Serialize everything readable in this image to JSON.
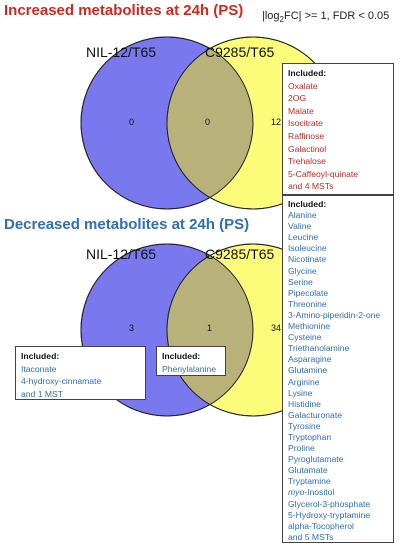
{
  "top_title": "Increased metabolites at 24h (PS)",
  "threshold_prefix": "|log",
  "threshold_sub": "2",
  "threshold_suffix": "FC| >= 1, FDR < 0.05",
  "bottom_title": "Decreased metabolites at 24h (PS)",
  "colors": {
    "left_set": "#7a78ee",
    "right_set": "#fcfc7a",
    "overlap": "#b8b27a",
    "title_up": "#d4271f",
    "title_down": "#2e6fb5"
  },
  "chart_data": [
    {
      "type": "venn",
      "title": "Increased metabolites at 24h (PS)",
      "sets": [
        "NIL-12/T65",
        "C9285/T65"
      ],
      "counts": {
        "left_only": "0",
        "both": "0",
        "right_only": "12"
      },
      "included_right": {
        "header": "Included:",
        "items": [
          "Oxalate",
          "2OG",
          "Malate",
          "Isocitrate",
          "Raffinose",
          "Galactinol",
          "Trehalose",
          "5-Caffeoyl-quinate",
          "and 4 MSTs"
        ]
      }
    },
    {
      "type": "venn",
      "title": "Decreased metabolites at 24h (PS)",
      "sets": [
        "NIL-12/T65",
        "C9285/T65"
      ],
      "counts": {
        "left_only": "3",
        "both": "1",
        "right_only": "34"
      },
      "included_left": {
        "header": "Included:",
        "items": [
          "Itaconate",
          "4-hydroxy-cinnamate",
          "and 1 MST"
        ]
      },
      "included_both": {
        "header": "Included:",
        "items": [
          "Phenylalanine"
        ]
      },
      "included_right": {
        "header": "Included:",
        "items": [
          "Alanine",
          "Valine",
          "Leucine",
          "Isoleucine",
          "Nicotinate",
          "Glycine",
          "Serine",
          "Pipecolate",
          "Threonine",
          "3-Amino-piperidin-2-one",
          "Methionine",
          "Cysteine",
          "Triethanolamine",
          "Asparagine",
          "Glutamine",
          "Arginine",
          "Lysine",
          "Histidine",
          "Galacturonate",
          "Tyrosine",
          "Tryptophan",
          "Proline",
          "Pyroglutamate",
          "Glutamate",
          "Tryptamine",
          "myo-Inositol",
          "Glycerol-3-phosphate",
          "5-Hydroxy-tryptamine",
          "alpha-Tocopherol",
          "and 5 MSTs"
        ]
      }
    }
  ]
}
